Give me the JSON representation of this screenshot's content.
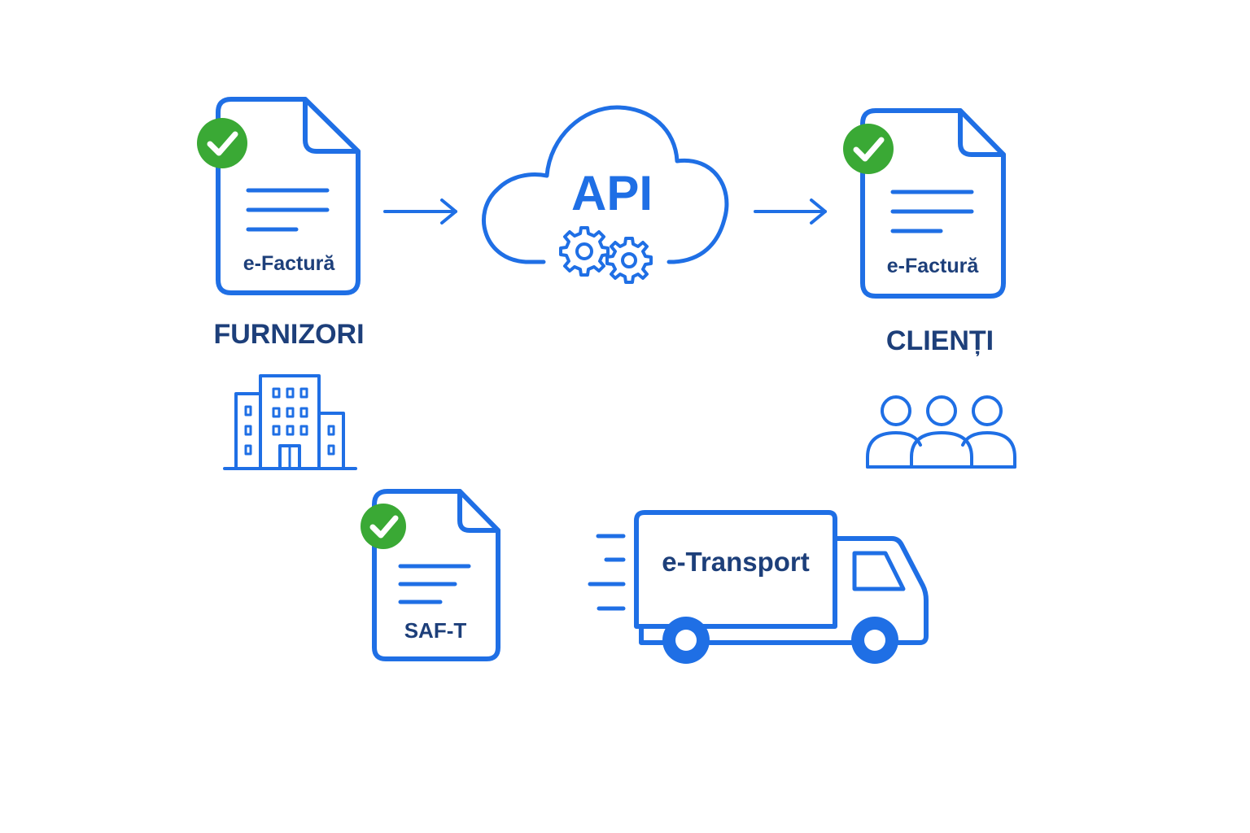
{
  "documents": {
    "supplier_invoice": {
      "label": "e-Factură",
      "validated": true
    },
    "client_invoice": {
      "label": "e-Factură",
      "validated": true
    },
    "saft": {
      "label": "SAF-T",
      "validated": true
    }
  },
  "api": {
    "label": "API"
  },
  "sections": {
    "suppliers": "FURNIZORI",
    "clients": "CLIENȚI"
  },
  "transport": {
    "label": "e-Transport"
  },
  "colors": {
    "primary_blue": "#1f6fe5",
    "dark_text": "#1d3f7a",
    "check_green": "#3aa935"
  },
  "icons": [
    "document-icon",
    "check-icon",
    "arrow-right-icon",
    "cloud-icon",
    "gears-icon",
    "building-icon",
    "people-icon",
    "truck-icon"
  ]
}
